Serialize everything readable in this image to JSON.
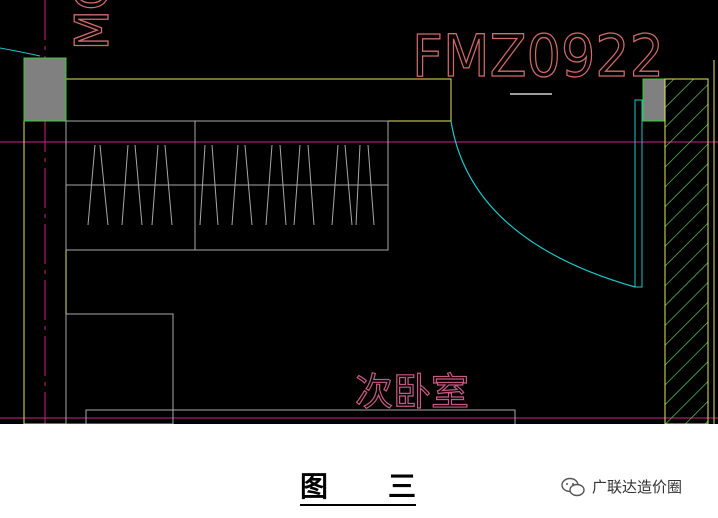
{
  "drawing": {
    "door_code": "FMZ0922",
    "room_name": "次卧室",
    "side_label_fragment": "MC",
    "colors": {
      "background": "#000000",
      "wall_outline": "#e6e65a",
      "column_fill": "#808080",
      "column_edge": "#2fd12f",
      "axis_line": "#d01f8c",
      "door_arc": "#19c8c8",
      "furniture": "#a8a8a8",
      "door_label": "#d26a6a",
      "room_label": "#c85a82",
      "hatch": "#5ac85a"
    }
  },
  "caption": {
    "char1": "图",
    "char2": "三"
  },
  "watermark": {
    "icon": "wechat-icon",
    "text": "广联达造价圈"
  }
}
